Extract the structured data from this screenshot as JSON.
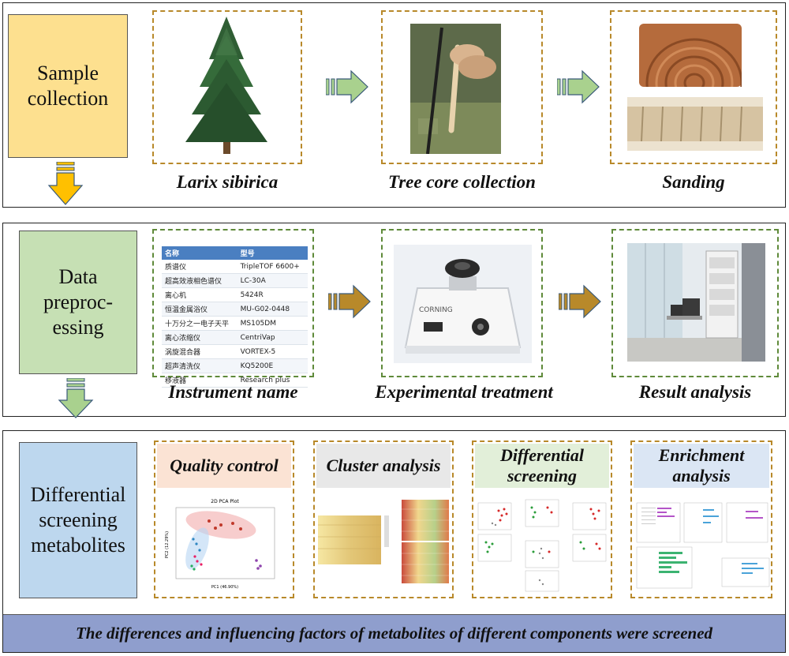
{
  "row1": {
    "side_label": "Sample collection",
    "captions": [
      "Larix sibirica",
      "Tree core collection",
      "Sanding"
    ]
  },
  "row2": {
    "side_label": "Data preproc-essing",
    "side_lines": [
      "Data",
      "preproc-",
      "essing"
    ],
    "captions": [
      "Instrument name",
      "Experimental treatment",
      "Result analysis"
    ],
    "instrument_table": {
      "headers": [
        "名称",
        "型号"
      ],
      "rows": [
        [
          "质谱仪",
          "TripleTOF 6600+"
        ],
        [
          "超高效液相色谱仪",
          "LC-30A"
        ],
        [
          "离心机",
          "5424R"
        ],
        [
          "恒温金属浴仪",
          "MU-G02-0448"
        ],
        [
          "十万分之一电子天平",
          "MS105DM"
        ],
        [
          "离心浓缩仪",
          "CentriVap"
        ],
        [
          "涡旋混合器",
          "VORTEX-5"
        ],
        [
          "超声清洗仪",
          "KQ5200E"
        ],
        [
          "移液器",
          "Research plus"
        ]
      ]
    },
    "vortex_brand": "CORNING"
  },
  "row3": {
    "side_lines": [
      "Differential",
      "screening",
      "metabolites"
    ],
    "headers": [
      {
        "lines": [
          "Quality control"
        ],
        "bg": "#fbe3d4"
      },
      {
        "lines": [
          "Cluster analysis"
        ],
        "bg": "#e8e8e8"
      },
      {
        "lines": [
          "Differential",
          "screening"
        ],
        "bg": "#e2efd9"
      },
      {
        "lines": [
          "Enrichment",
          "analysis"
        ],
        "bg": "#dbe6f4"
      }
    ],
    "pca_title": "2D PCA Plot",
    "pca_xlabel": "PC1 (46.90%)",
    "pca_ylabel": "PC2 (12.29%)"
  },
  "banner": "The differences and influencing factors of metabolites of different components were screened",
  "colors": {
    "sample_bg": "#fde08f",
    "preproc_bg": "#c6e0b4",
    "diff_bg": "#bdd7ee",
    "arrow_green": "#a9d18e",
    "arrow_gold": "#b8892a",
    "arrow_yellow": "#ffc000",
    "banner_bg": "#8f9ecd"
  }
}
